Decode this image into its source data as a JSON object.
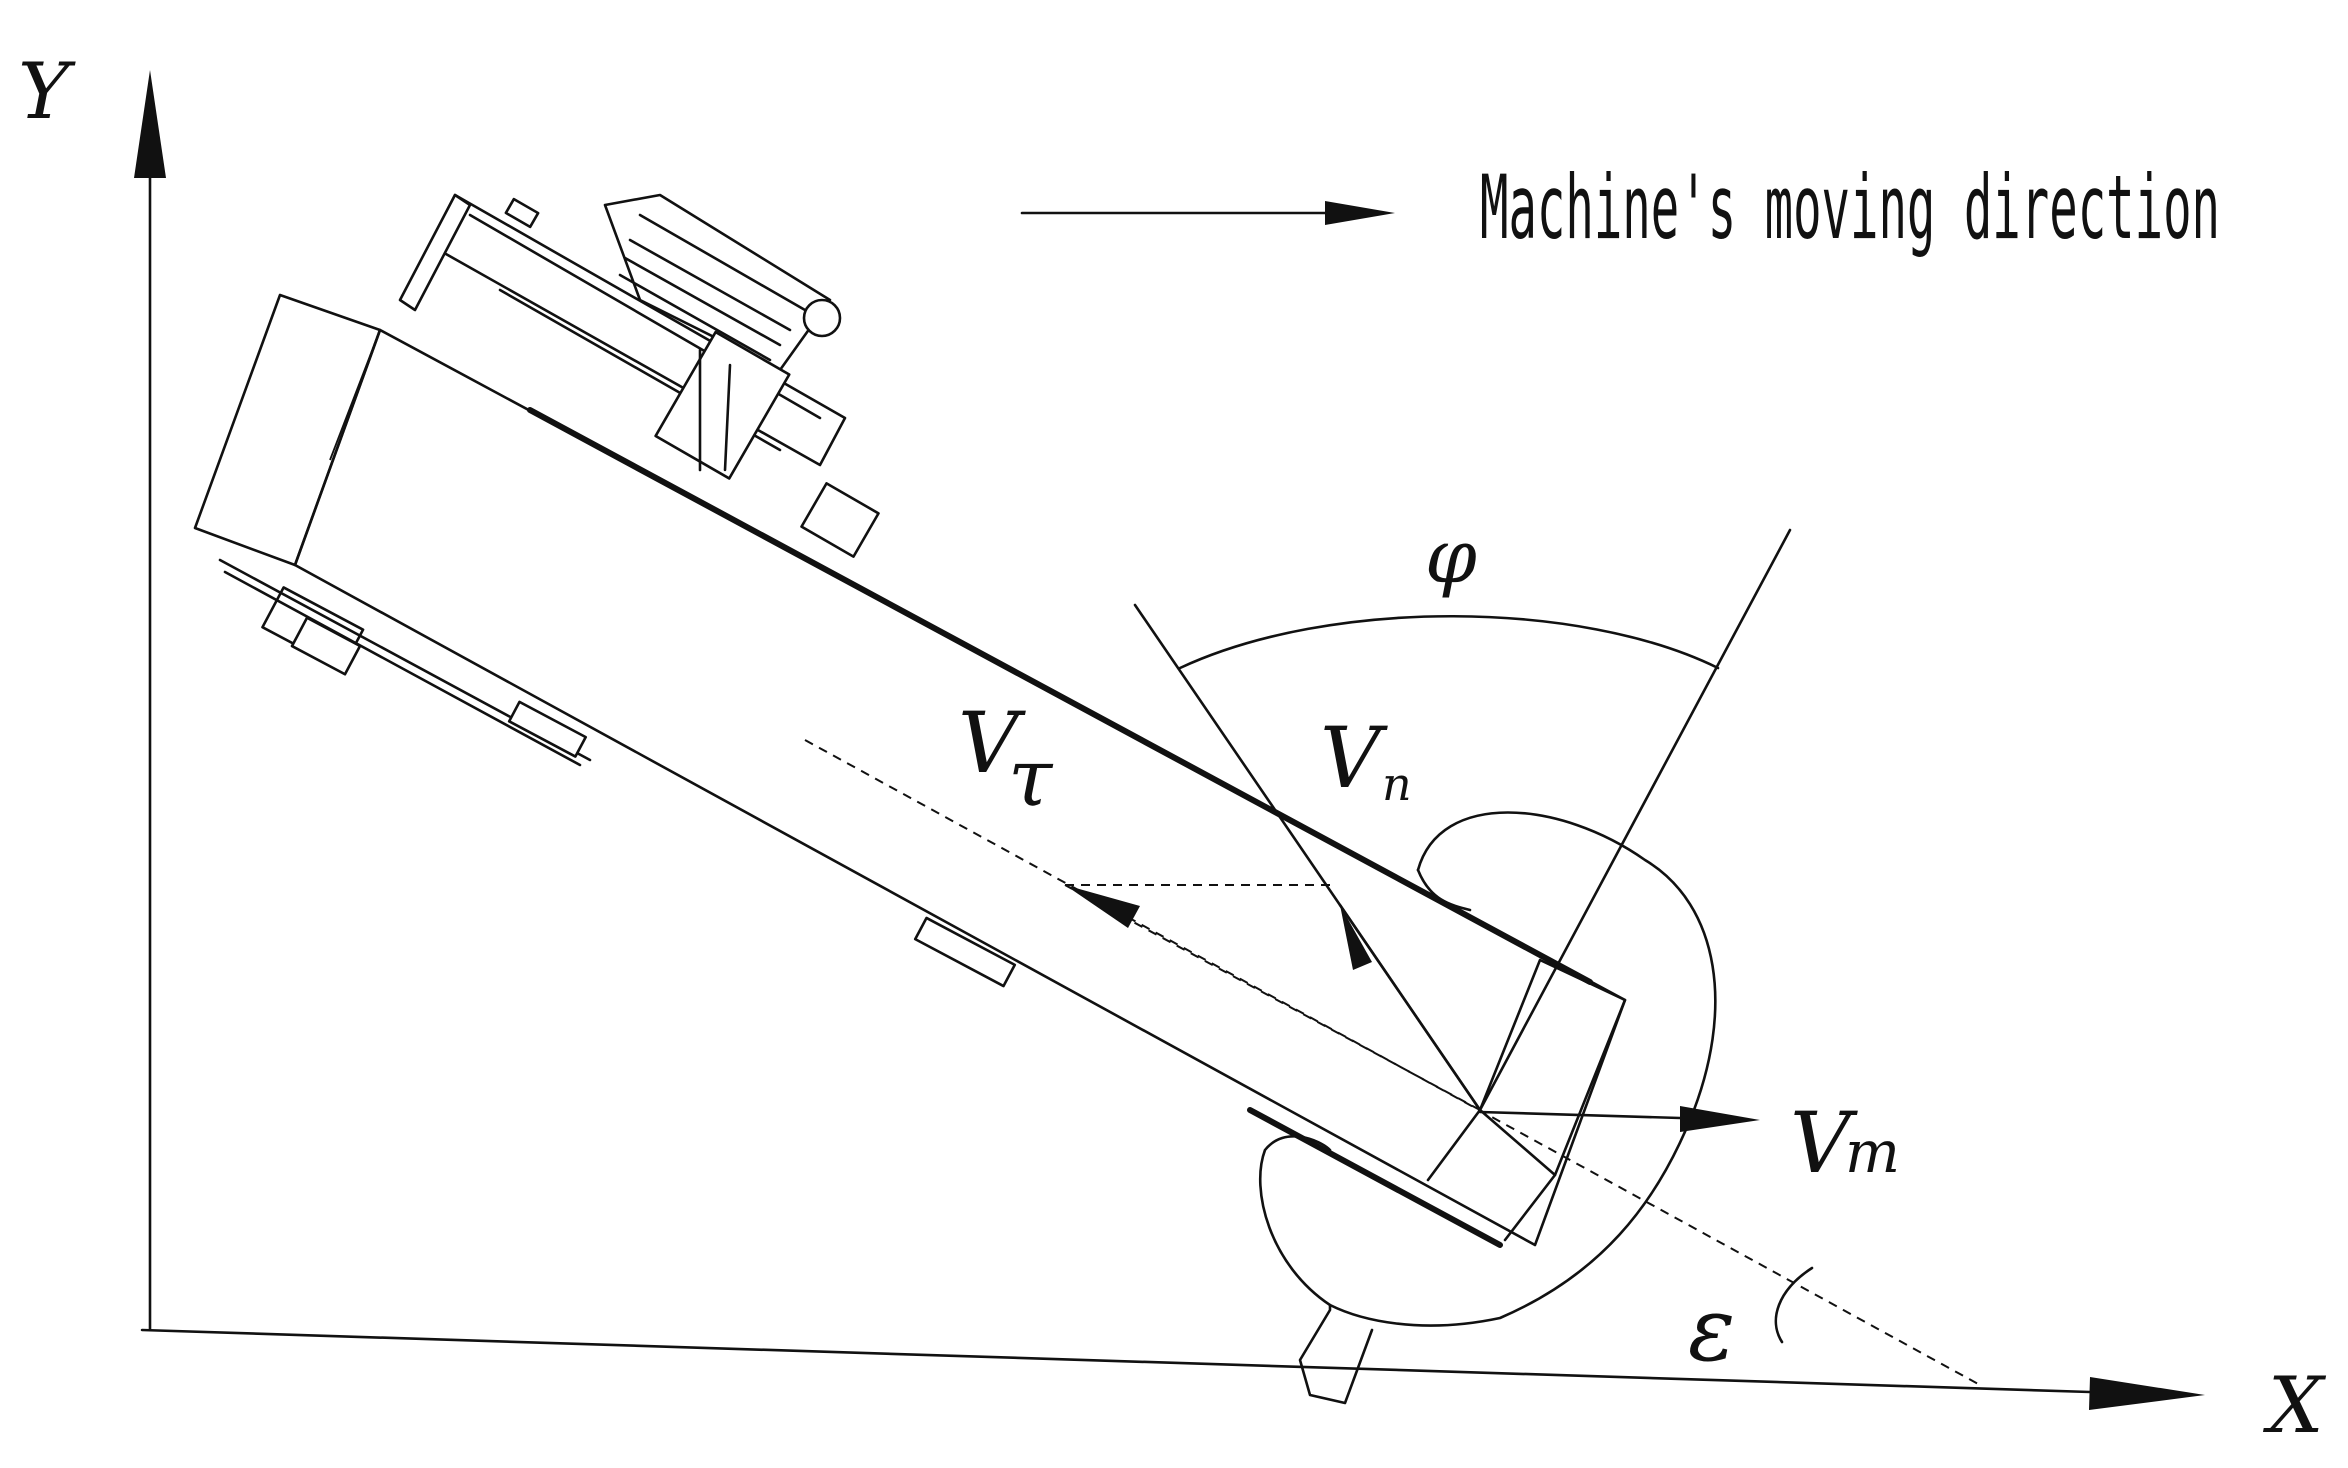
{
  "labels": {
    "y_axis": "Y",
    "x_axis": "X",
    "direction": "Machine's moving direction",
    "phi": "φ",
    "v_tau_v": "V",
    "v_tau_sub": "τ",
    "v_n_v": "V",
    "v_n_sub": "n",
    "v_m_v": "V",
    "v_m_sub": "m",
    "epsilon": "ε"
  },
  "colors": {
    "ink": "#111111",
    "background": "#ffffff"
  }
}
